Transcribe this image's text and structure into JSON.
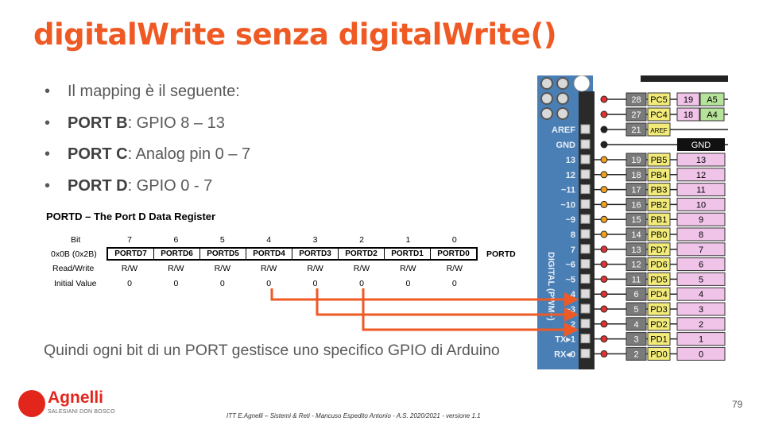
{
  "slide": {
    "title": "digitalWrite senza digitalWrite()",
    "bullets": [
      {
        "bold": "",
        "text": "Il mapping è il seguente:"
      },
      {
        "bold": "PORT B",
        "text": ": GPIO 8 – 13"
      },
      {
        "bold": "PORT C",
        "text": ": Analog pin 0 – 7"
      },
      {
        "bold": "PORT D",
        "text": ": GPIO 0 - 7"
      }
    ],
    "register": {
      "title": "PORTD – The Port D Data Register",
      "bit_label": "Bit",
      "address": "0x0B (0x2B)",
      "name": "PORTD",
      "rw_label": "Read/Write",
      "init_label": "Initial Value",
      "bits": [
        "7",
        "6",
        "5",
        "4",
        "3",
        "2",
        "1",
        "0"
      ],
      "fields": [
        "PORTD7",
        "PORTD6",
        "PORTD5",
        "PORTD4",
        "PORTD3",
        "PORTD2",
        "PORTD1",
        "PORTD0"
      ],
      "access": [
        "R/W",
        "R/W",
        "R/W",
        "R/W",
        "R/W",
        "R/W",
        "R/W",
        "R/W"
      ],
      "initial": [
        "0",
        "0",
        "0",
        "0",
        "0",
        "0",
        "0",
        "0"
      ]
    },
    "paragraph": "Quindi ogni bit di un PORT gestisce uno specifico GPIO di Arduino",
    "page_number": "79",
    "footer": "ITT E.Agnelli – Sistemi & Reti - Mancuso Espedito Antonio - A.S. 2020/2021 - versione 1.1",
    "logo": {
      "name": "Agnelli",
      "subtitle": "SALESIANI DON BOSCO"
    }
  },
  "pinout": {
    "board_labels": [
      "AREF",
      "GND",
      "13",
      "12",
      "~11",
      "~10",
      "~9",
      "8",
      "7",
      "~6",
      "~5",
      "4",
      "~3",
      "2",
      "TX▸1",
      "RX◂0"
    ],
    "digital_label": "DIGITAL (PWM~)",
    "top_rows": [
      {
        "num": "28",
        "port": "PC5",
        "extra": "19",
        "analog": "A5"
      },
      {
        "num": "27",
        "port": "PC4",
        "extra": "18",
        "analog": "A4"
      },
      {
        "num": "21",
        "port": "AREF",
        "extra": "",
        "analog": ""
      },
      {
        "num": "",
        "port": "",
        "extra": "GND",
        "analog": ""
      }
    ],
    "rows": [
      {
        "num": "19",
        "port": "PB5",
        "gpio": "13"
      },
      {
        "num": "18",
        "port": "PB4",
        "gpio": "12"
      },
      {
        "num": "17",
        "port": "PB3",
        "gpio": "11"
      },
      {
        "num": "16",
        "port": "PB2",
        "gpio": "10"
      },
      {
        "num": "15",
        "port": "PB1",
        "gpio": "9"
      },
      {
        "num": "14",
        "port": "PB0",
        "gpio": "8"
      },
      {
        "num": "13",
        "port": "PD7",
        "gpio": "7"
      },
      {
        "num": "12",
        "port": "PD6",
        "gpio": "6"
      },
      {
        "num": "11",
        "port": "PD5",
        "gpio": "5"
      },
      {
        "num": "6",
        "port": "PD4",
        "gpio": "4"
      },
      {
        "num": "5",
        "port": "PD3",
        "gpio": "3"
      },
      {
        "num": "4",
        "port": "PD2",
        "gpio": "2"
      },
      {
        "num": "3",
        "port": "PD1",
        "gpio": "1"
      },
      {
        "num": "2",
        "port": "PD0",
        "gpio": "0"
      }
    ],
    "colors": {
      "board": "#4a7fb5",
      "port_label": "#f2eb7a",
      "gpio": "#f0c3e8",
      "analog": "#b6e39a",
      "arrow": "#ef5a24",
      "title": "#ef5a24"
    }
  }
}
